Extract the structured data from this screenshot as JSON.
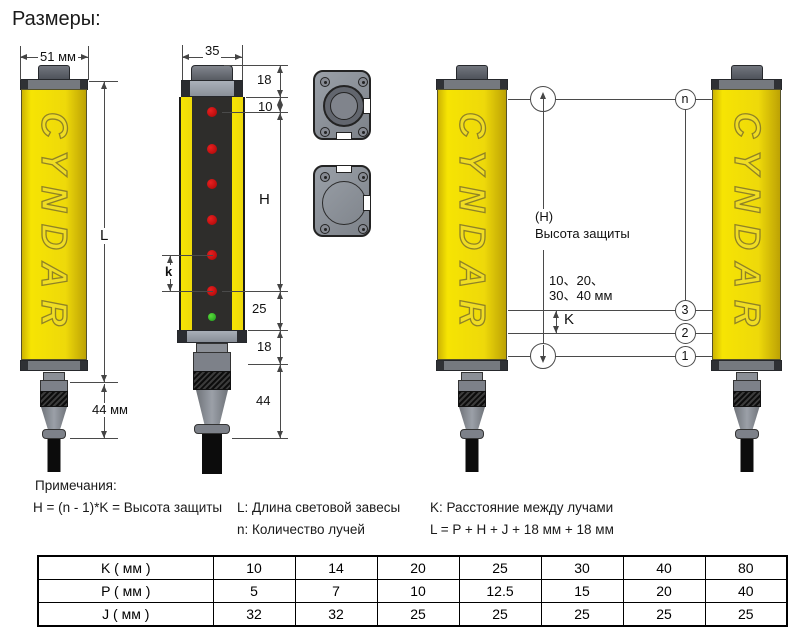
{
  "title": "Размеры:",
  "logo": "CYNDAR",
  "left_device": {
    "width_label": "51 мм",
    "length_label": "L",
    "connector_label": "44 мм"
  },
  "front_device": {
    "width_label": "35",
    "top_cap_label": "18",
    "first_beam_label": "10",
    "height_label": "H",
    "pitch_label": "k",
    "bottom_offset_label": "25",
    "bottom_cap_label": "18",
    "connector_label": "44",
    "leds": [
      "red",
      "red",
      "red",
      "red",
      "red",
      "red",
      "green"
    ]
  },
  "pair_diagram": {
    "protection_label_line1": "(H)",
    "protection_label_line2": "Высота защиты",
    "pitch_options_line1": "10、20、",
    "pitch_options_line2": "30、40 мм",
    "pitch_label": "K",
    "beam_top_label": "n",
    "beam_3_label": "3",
    "beam_2_label": "2",
    "beam_1_label": "1"
  },
  "notes": {
    "heading": "Примечания:",
    "formula_h": "H = (n - 1)*K = Высота защиты",
    "l_def": "L: Длина световой завесы",
    "n_def": "n: Количество лучей",
    "k_def": "K: Расстояние между лучами",
    "formula_l": "L = P + H + J + 18 мм + 18 мм"
  },
  "table": {
    "rows": [
      {
        "label": "K ( мм )",
        "values": [
          "10",
          "14",
          "20",
          "25",
          "30",
          "40",
          "80"
        ]
      },
      {
        "label": "P ( мм )",
        "values": [
          "5",
          "7",
          "10",
          "12.5",
          "15",
          "20",
          "40"
        ]
      },
      {
        "label": "J ( мм )",
        "values": [
          "32",
          "32",
          "25",
          "25",
          "25",
          "25",
          "25"
        ]
      }
    ]
  },
  "colors": {
    "body_yellow": "#EED90A",
    "cap_gray": "#75797F",
    "strip_black": "#2E2D2B",
    "led_red": "#CC1111",
    "led_green": "#2DB52D"
  }
}
